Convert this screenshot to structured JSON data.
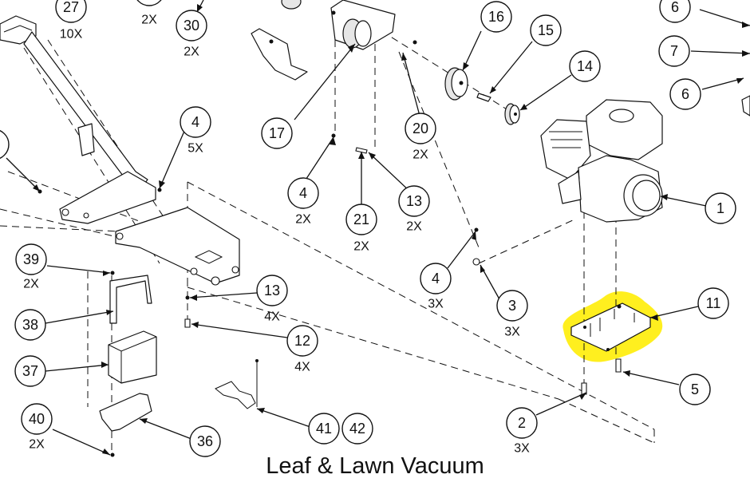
{
  "caption": "Leaf & Lawn Vacuum",
  "highlight_color": "#ffef1f",
  "callouts": {
    "c1": {
      "num": "1",
      "qty": ""
    },
    "c2": {
      "num": "2",
      "qty": "3X"
    },
    "c3": {
      "num": "3",
      "qty": "3X"
    },
    "c4a": {
      "num": "4",
      "qty": "5X"
    },
    "c4b": {
      "num": "4",
      "qty": "2X"
    },
    "c4c": {
      "num": "4",
      "qty": "3X"
    },
    "c5": {
      "num": "5",
      "qty": ""
    },
    "c6a": {
      "num": "6",
      "qty": ""
    },
    "c6b": {
      "num": "6",
      "qty": ""
    },
    "c7": {
      "num": "7",
      "qty": ""
    },
    "c11": {
      "num": "11",
      "qty": ""
    },
    "c12": {
      "num": "12",
      "qty": "4X"
    },
    "c13a": {
      "num": "13",
      "qty": "2X"
    },
    "c13b": {
      "num": "13",
      "qty": "4X"
    },
    "c14": {
      "num": "14",
      "qty": ""
    },
    "c15": {
      "num": "15",
      "qty": ""
    },
    "c16": {
      "num": "16",
      "qty": ""
    },
    "c17": {
      "num": "17",
      "qty": ""
    },
    "c20": {
      "num": "20",
      "qty": "2X"
    },
    "c21": {
      "num": "21",
      "qty": "2X"
    },
    "c27": {
      "num": "27",
      "qty": "10X"
    },
    "c2top": {
      "num": "",
      "qty": "2X"
    },
    "c30": {
      "num": "30",
      "qty": "2X"
    },
    "c36": {
      "num": "36",
      "qty": ""
    },
    "c37": {
      "num": "37",
      "qty": ""
    },
    "c38": {
      "num": "38",
      "qty": ""
    },
    "c39": {
      "num": "39",
      "qty": "2X"
    },
    "c40": {
      "num": "40",
      "qty": "2X"
    },
    "c41": {
      "num": "41",
      "qty": ""
    },
    "c42": {
      "num": "42",
      "qty": ""
    }
  }
}
